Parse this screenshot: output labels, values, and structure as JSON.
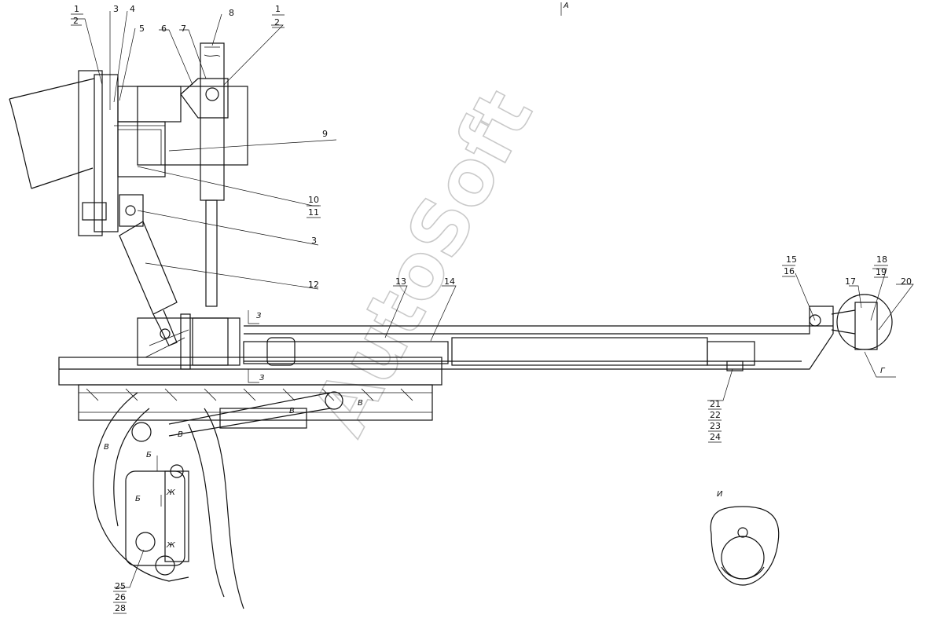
{
  "callouts": {
    "c1a": "1",
    "c2a": "2",
    "c3a": "3",
    "c4": "4",
    "c5": "5",
    "c6": "6",
    "c7": "7",
    "c8": "8",
    "c1b": "1",
    "c2b": "2",
    "c9": "9",
    "c10": "10",
    "c11": "11",
    "c3b": "3",
    "c12": "12",
    "c13": "13",
    "c14": "14",
    "c15": "15",
    "c16": "16",
    "c17": "17",
    "c18": "18",
    "c19": "19",
    "c20": "20",
    "c21": "21",
    "c22": "22",
    "c23": "23",
    "c24": "24",
    "c25": "25",
    "c26": "26",
    "c28": "28"
  },
  "section_marks": {
    "a": "А",
    "g": "Г",
    "i": "И",
    "z1": "З",
    "z2": "З",
    "b1": "Б",
    "b2": "Б",
    "zh1": "Ж",
    "zh2": "Ж",
    "v1": "В",
    "v2": "В",
    "v3": "В",
    "v4": "В"
  },
  "watermark": "AutoSoft"
}
